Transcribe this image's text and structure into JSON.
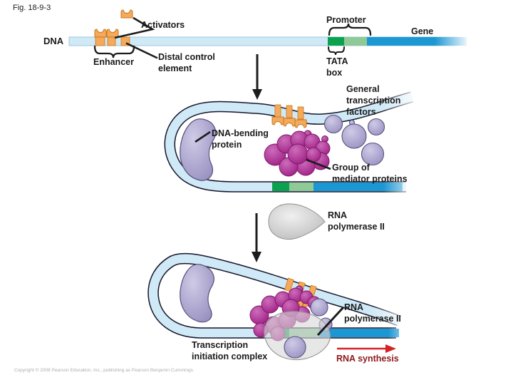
{
  "figure": {
    "id": "Fig. 18-9-3",
    "copyright": "Copyright © 2008 Pearson Education, Inc., publishing as Pearson Benjamin Cummings."
  },
  "top_dna": {
    "dna": "DNA",
    "activators": "Activators",
    "enhancer": "Enhancer",
    "distal_control_element": "Distal control\nelement",
    "promoter": "Promoter",
    "gene": "Gene",
    "tata_box": "TATA\nbox"
  },
  "step_bending": {
    "general_transcription_factors": "General\ntranscription\nfactors",
    "dna_bending_protein": "DNA-bending\nprotein",
    "group_of_mediator_proteins": "Group of\nmediator proteins"
  },
  "step_polymerase": {
    "rna_polymerase_ii": "RNA\npolymerase II"
  },
  "step_complex": {
    "rna_polymerase_ii": "RNA\npolymerase II",
    "transcription_initiation_complex": "Transcription\ninitiation complex",
    "rna_synthesis": "RNA synthesis"
  },
  "colors": {
    "dna_strand_fill": "#cfe9f6",
    "dna_outline": "#16162c",
    "tata_green": "#0ba24f",
    "promoter_green": "#8fc998",
    "gene_blue": "#1b97d4",
    "activator_orange": "#f5a95a",
    "activator_outline": "#c8781f",
    "protein_lavender": "#aaa5cf",
    "protein_outline": "#57507c",
    "mediator_magenta": "#a82490",
    "mediator_outline": "#7c1668",
    "polymerase_gray": "#d9d9d9",
    "arrow_black": "#1c1c1c",
    "rna_arrow_red": "#d62127",
    "rna_text_red": "#8e191d"
  }
}
